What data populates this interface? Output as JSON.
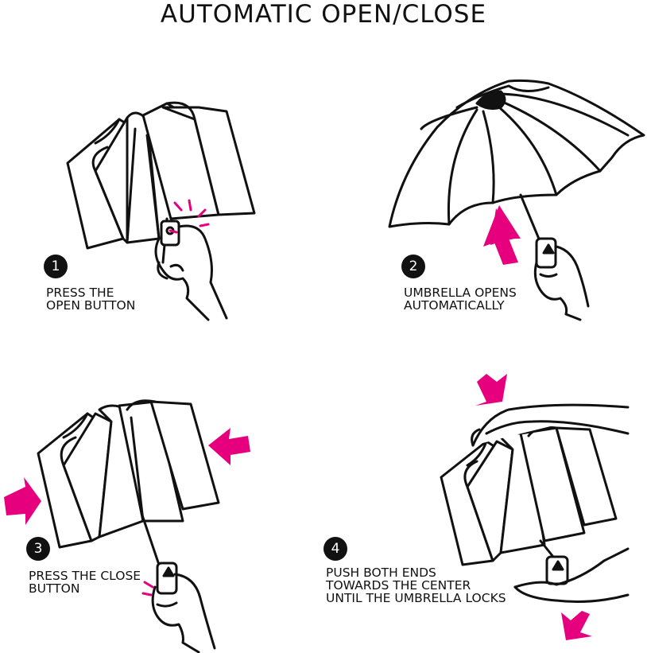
{
  "title": "AUTOMATIC OPEN/CLOSE",
  "colors": {
    "ink": "#111111",
    "accent": "#e6007e",
    "background": "#ffffff"
  },
  "steps": [
    {
      "number": "1",
      "lines": [
        "PRESS THE",
        "OPEN BUTTON"
      ]
    },
    {
      "number": "2",
      "lines": [
        "UMBRELLA OPENS",
        "AUTOMATICALLY"
      ]
    },
    {
      "number": "3",
      "lines": [
        "PRESS THE CLOSE",
        "BUTTON"
      ]
    },
    {
      "number": "4",
      "lines": [
        "PUSH BOTH ENDS",
        "TOWARDS THE CENTER",
        "UNTIL THE UMBRELLA LOCKS"
      ]
    }
  ]
}
